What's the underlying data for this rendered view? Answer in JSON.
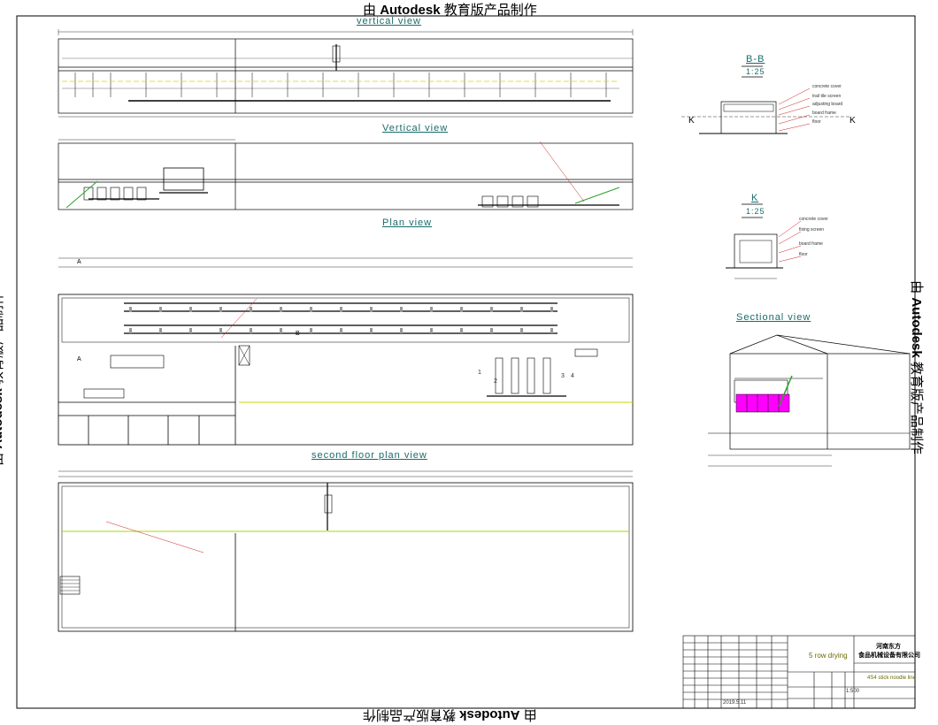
{
  "watermark": {
    "prefix": "由",
    "brand": "Autodesk",
    "suffix": "教育版产品制作"
  },
  "views": {
    "top_vertical": "vertical view",
    "middle_vertical": "Vertical view",
    "plan": "Plan view",
    "second_floor": "second floor plan view",
    "section_bb": "B-B",
    "section_bb_scale": "1:25",
    "section_k": "K",
    "section_k_scale": "1:25",
    "sectional": "Sectional view"
  },
  "bb_labels": [
    "concrete cover",
    "trail tile screen",
    "adjusting board",
    "board frame",
    "floor"
  ],
  "k_labels": [
    "concrete cover",
    "fixing screen",
    "board frame",
    "floor"
  ],
  "marker_k": "K",
  "marker_a": "A",
  "marker_b": "B",
  "callout_numbers": [
    "1",
    "2",
    "3",
    "4"
  ],
  "title_block": {
    "drawing_name": "5 row drying",
    "company_line1": "河南东方",
    "company_line2": "食品机械设备有限公司",
    "product": "4S4 stick noodle line",
    "scale": "1:500",
    "date": "2019.5.11"
  },
  "colors": {
    "line": "#000000",
    "accent_green": "#2aa12a",
    "accent_magenta": "#ff00ff",
    "accent_red": "#cc2222",
    "accent_yellow": "#d8d800",
    "title_teal": "#1a6b6b"
  }
}
